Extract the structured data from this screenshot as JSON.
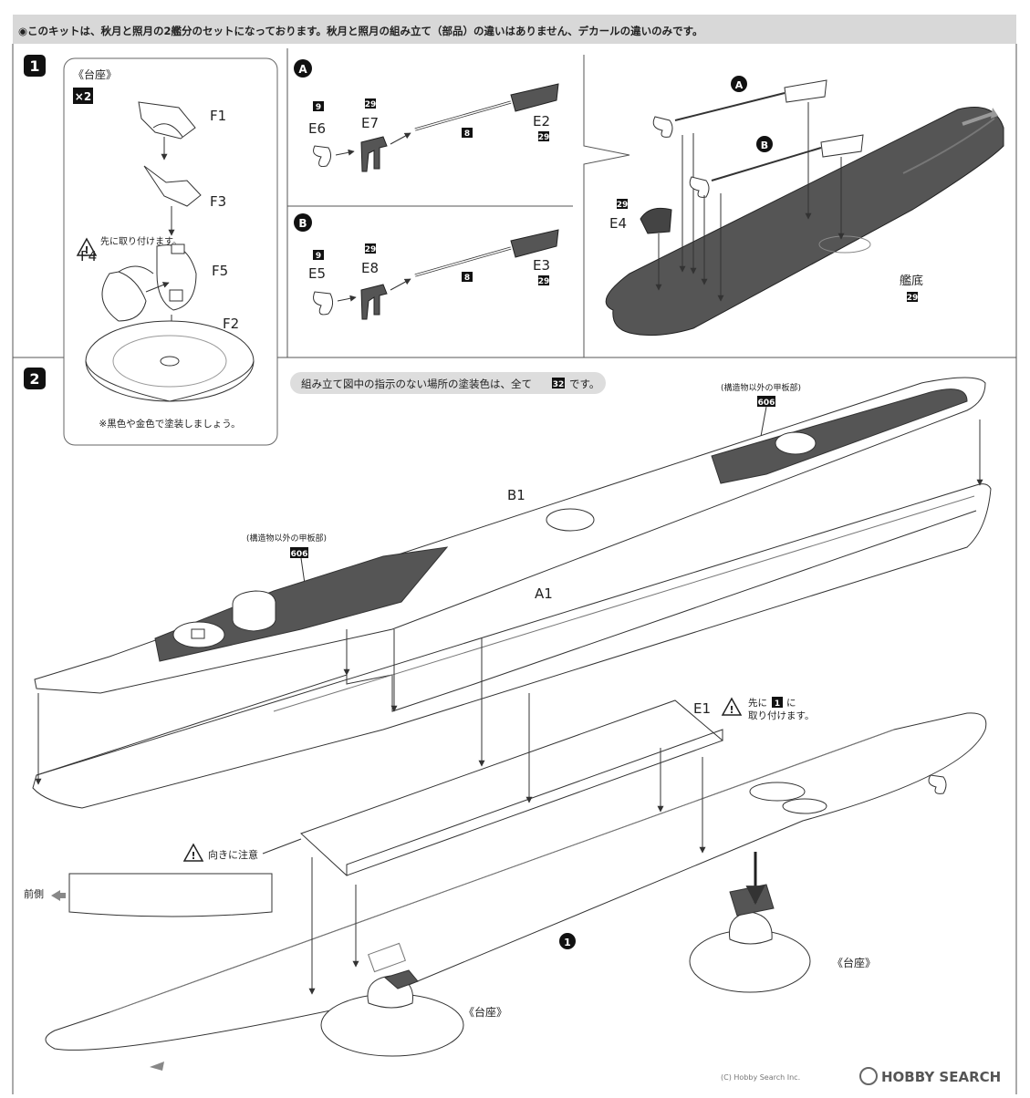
{
  "header": {
    "note": "◉このキットは、秋月と照月の2艦分のセットになっております。秋月と照月の組み立て（部品）の違いはありません、デカールの違いのみです。"
  },
  "step1": {
    "number": "1",
    "stand_box": {
      "title": "《台座》",
      "multiplier": "×2",
      "parts": [
        "F1",
        "F3",
        "F4",
        "F5",
        "F2"
      ],
      "warning": "先に取り付けます。",
      "paint_note": "※黒色や金色で塗装しましょう。"
    },
    "variant_a": {
      "marker": "A",
      "propeller": {
        "part": "E6",
        "color": "9"
      },
      "bracket": {
        "part": "E7",
        "color": "29"
      },
      "shaft_color": "8",
      "rudder": {
        "part": "E2",
        "color": "29"
      }
    },
    "variant_b": {
      "marker": "B",
      "propeller": {
        "part": "E5",
        "color": "9"
      },
      "bracket": {
        "part": "E8",
        "color": "29"
      },
      "shaft_color": "8",
      "rudder": {
        "part": "E3",
        "color": "29"
      }
    },
    "hull_bottom": {
      "marker_a": "A",
      "marker_b": "B",
      "part": "E4",
      "part_color": "29",
      "label": "艦底",
      "label_color": "29"
    }
  },
  "step2": {
    "number": "2",
    "paint_note_prefix": "組み立て図中の指示のない場所の塗装色は、全て",
    "paint_note_color": "32",
    "paint_note_suffix": "です。",
    "deck_note_fore": "(構造物以外の甲板部)",
    "deck_color_fore": "606",
    "deck_note_aft": "(構造物以外の甲板部)",
    "deck_color_aft": "606",
    "part_b1": "B1",
    "part_a1": "A1",
    "part_e1": "E1",
    "e1_warning_prefix": "先に",
    "e1_warning_step": "1",
    "e1_warning_suffix": "に",
    "e1_warning_line2": "取り付けます。",
    "orientation_warning": "向きに注意",
    "bow_label": "前側",
    "step_ref": "1",
    "stand_label_left": "《台座》",
    "stand_label_right": "《台座》"
  },
  "watermark": {
    "logo": "HOBBY SEARCH",
    "copyright": "(C) Hobby Search Inc."
  }
}
